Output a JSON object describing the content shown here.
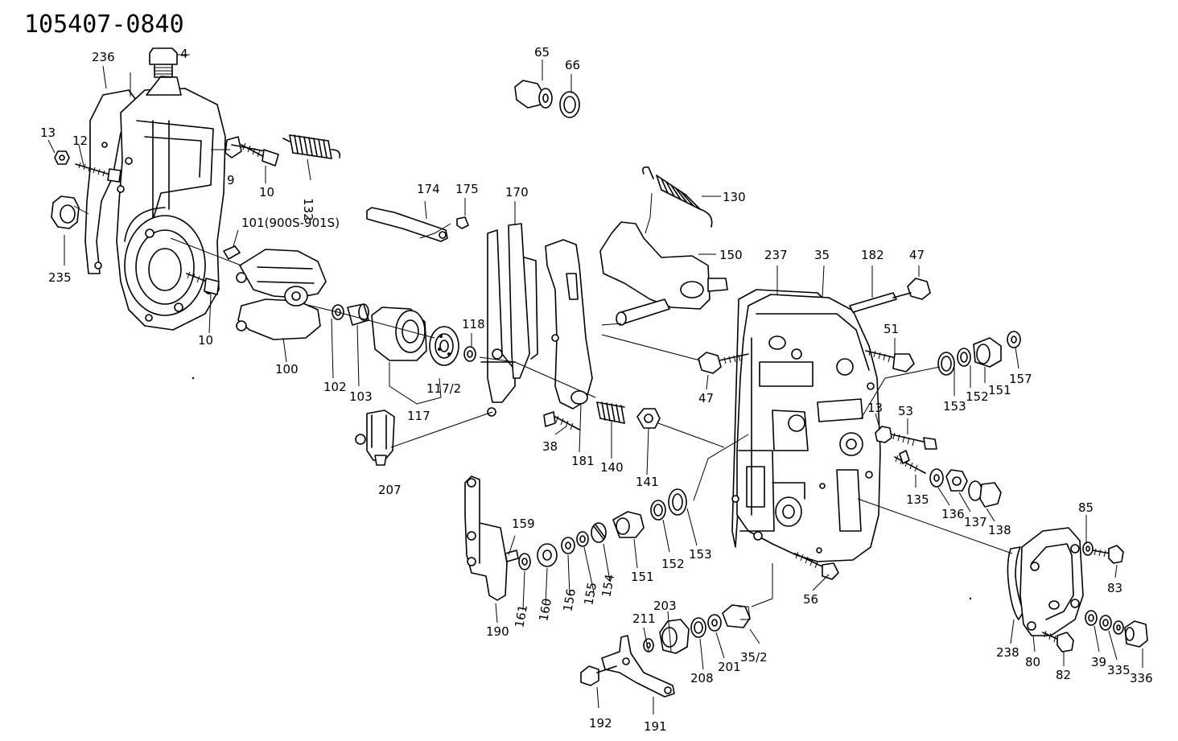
{
  "title": "105407-0840",
  "labels": [
    "4",
    "236",
    "13",
    "12",
    "9",
    "10",
    "132",
    "235",
    "10",
    "101(900S-901S)",
    "100",
    "102",
    "103",
    "117",
    "117/2",
    "118",
    "174",
    "175",
    "170",
    "65",
    "66",
    "130",
    "150",
    "207",
    "38",
    "181",
    "140",
    "141",
    "237",
    "35",
    "182",
    "47",
    "51",
    "47",
    "13",
    "53",
    "153",
    "152",
    "151",
    "157",
    "135",
    "136",
    "137",
    "138",
    "159",
    "161",
    "160",
    "156",
    "155",
    "154",
    "151",
    "152",
    "153",
    "190",
    "85",
    "83",
    "56",
    "211",
    "203",
    "208",
    "201",
    "35/2",
    "238",
    "80",
    "82",
    "39",
    "335",
    "336",
    "192",
    "191"
  ]
}
